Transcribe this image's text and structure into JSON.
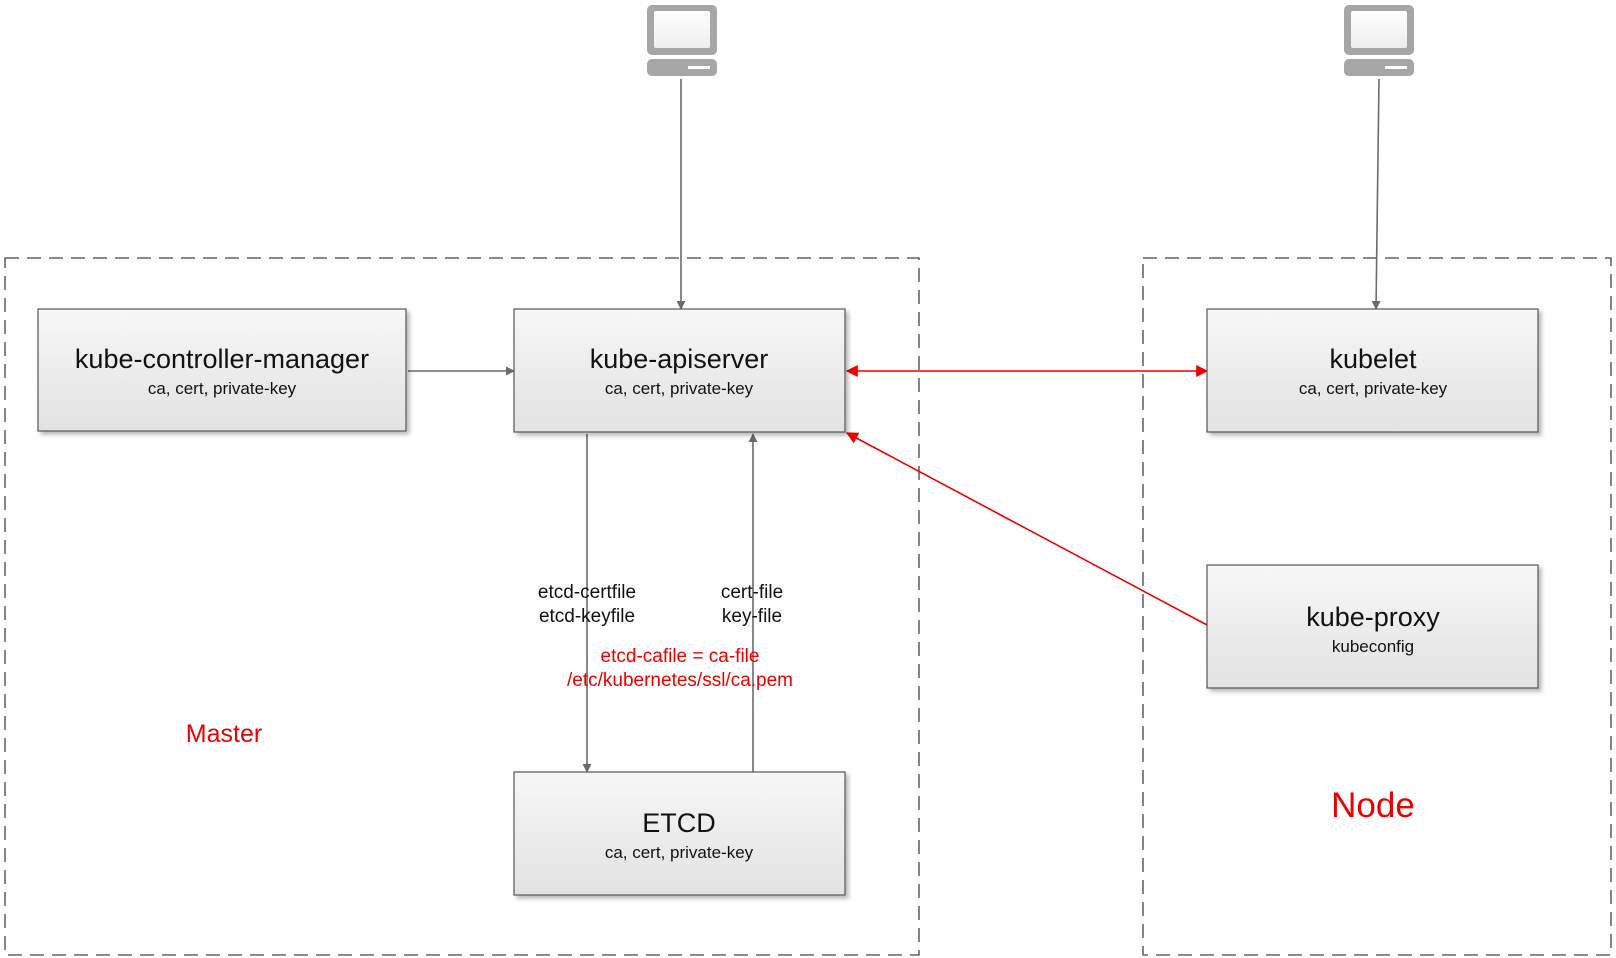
{
  "colors": {
    "accent_red": "#ee0000",
    "connector_gray": "#6b6b6b",
    "box_fill_top": "#f7f7f7",
    "box_fill_bottom": "#e2e2e2",
    "box_border": "#555555",
    "computer_gray": "#a6a6a6"
  },
  "groups": {
    "master": {
      "label": "Master"
    },
    "node": {
      "label": "Node"
    }
  },
  "nodes": {
    "controller_manager": {
      "title": "kube-controller-manager",
      "subtitle": "ca, cert, private-key"
    },
    "apiserver": {
      "title": "kube-apiserver",
      "subtitle": "ca, cert, private-key"
    },
    "etcd": {
      "title": "ETCD",
      "subtitle": "ca, cert, private-key"
    },
    "kubelet": {
      "title": "kubelet",
      "subtitle": "ca, cert, private-key"
    },
    "kube_proxy": {
      "title": "kube-proxy",
      "subtitle": "kubeconfig"
    }
  },
  "clients": [
    {
      "icon": "computer-icon",
      "connects_to": "kube-apiserver"
    },
    {
      "icon": "computer-icon",
      "connects_to": "kubelet"
    }
  ],
  "edge_labels": {
    "apiserver_to_etcd": [
      "etcd-certfile",
      "etcd-keyfile"
    ],
    "etcd_to_apiserver": [
      "cert-file",
      "key-file"
    ],
    "shared_ca": [
      "etcd-cafile = ca-file",
      "/etc/kubernetes/ssl/ca.pem"
    ]
  },
  "edges": [
    {
      "from": "computer (master)",
      "to": "kube-apiserver",
      "style": "gray",
      "direction": "single"
    },
    {
      "from": "computer (node)",
      "to": "kubelet",
      "style": "gray",
      "direction": "single"
    },
    {
      "from": "kube-controller-manager",
      "to": "kube-apiserver",
      "style": "gray",
      "direction": "single"
    },
    {
      "from": "kube-apiserver",
      "to": "ETCD",
      "style": "gray",
      "direction": "single"
    },
    {
      "from": "ETCD",
      "to": "kube-apiserver",
      "style": "gray",
      "direction": "single"
    },
    {
      "from": "kube-apiserver",
      "to": "kubelet",
      "style": "red",
      "direction": "both"
    },
    {
      "from": "kube-proxy",
      "to": "kube-apiserver",
      "style": "red",
      "direction": "single"
    }
  ]
}
